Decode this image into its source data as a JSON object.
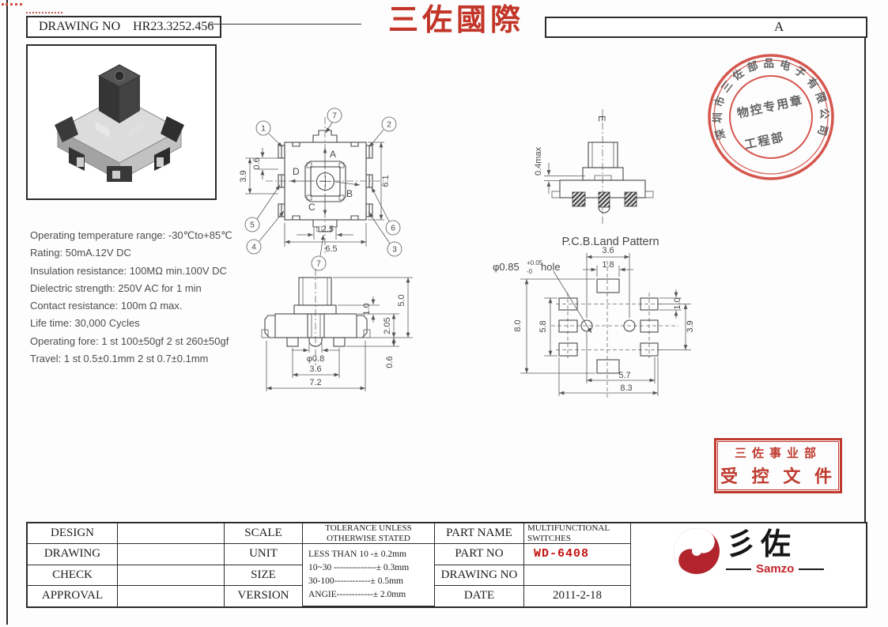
{
  "colors": {
    "accent_red": "#c23528",
    "seal_red": "#cf3a30",
    "part_no_red": "#c41212",
    "line_dark": "#4a4a4a"
  },
  "header": {
    "drawing_no_label": "DRAWING NO",
    "drawing_no_value": "HR23.3252.456",
    "title": "三佐國際",
    "revision": "A"
  },
  "specs": [
    "Operating temperature range: -30℃to+85℃",
    "Rating: 50mA.12V DC",
    "Insulation resistance: 100MΩ min.100V DC",
    "Dielectric strength: 250V AC for 1 min",
    "Contact resistance: 100m Ω max.",
    "Life time: 30,000 Cycles",
    "Operating fore: 1 st 100±50gf 2 st 260±50gf",
    "Travel: 1 st 0.5±0.1mm 2 st 0.7±0.1mm"
  ],
  "top_view": {
    "callouts": {
      "c1": "1",
      "c2": "2",
      "c3": "3",
      "c4": "4",
      "c5": "5",
      "c6": "6",
      "c7": "7"
    },
    "directions": {
      "a": "A",
      "b": "B",
      "c": "C",
      "d": "D"
    },
    "dims": {
      "d06": "0.6",
      "d39": "3.9",
      "d61": "6.1",
      "d25": "□2.5",
      "d65": "6.5"
    }
  },
  "front_view": {
    "dims": {
      "hole": "φ0.8",
      "inner": "3.6",
      "outer": "7.2",
      "step": "1.0",
      "body": "2.05",
      "total": "5.0",
      "lead": "0.6"
    }
  },
  "side_view": {
    "view_label": "E",
    "dim_max": "0.4max"
  },
  "pcb": {
    "title": "P.C.B.Land Pattern",
    "hole": "φ0.85",
    "tol_plus": "+0.05",
    "tol_minus": "-0",
    "hole_word": "hole",
    "dims": {
      "pitch": "3.6",
      "pad": "1.8",
      "height": "8.0",
      "inner_h": "5.8",
      "pad_h": "1.0",
      "span": "3.9",
      "width_in": "5.7",
      "width": "8.3"
    }
  },
  "seal": {
    "ring": "深圳市三佐部品电子有限公司",
    "line1": "物控专用章",
    "line2": "工程部"
  },
  "control_stamp": {
    "line1": "三佐事业部",
    "line2": "受 控 文 件"
  },
  "title_block": {
    "design": "DESIGN",
    "drawing": "DRAWING",
    "check": "CHECK",
    "approval": "APPROVAL",
    "scale": "SCALE",
    "unit": "UNIT",
    "size": "SIZE",
    "version": "VERSION",
    "tol_header": "TOLERANCE UNLESS OTHERWISE STATED",
    "tol_lines": [
      "LESS THAN 10 -± 0.2mm",
      "10~30 --------------± 0.3mm",
      "30-100------------± 0.5mm",
      "ANGIE------------± 2.0mm"
    ],
    "part_name_label": "PART NAME",
    "part_name": "MULTIFUNCTIONAL SWITCHES",
    "part_no_label": "PART NO",
    "part_no": "WD-6408",
    "drawing_no_label": "DRAWING NO",
    "drawing_no": "",
    "date_label": "DATE",
    "date": "2011-2-18"
  },
  "logo": {
    "chars": "彡佐",
    "name": "Samzo"
  }
}
